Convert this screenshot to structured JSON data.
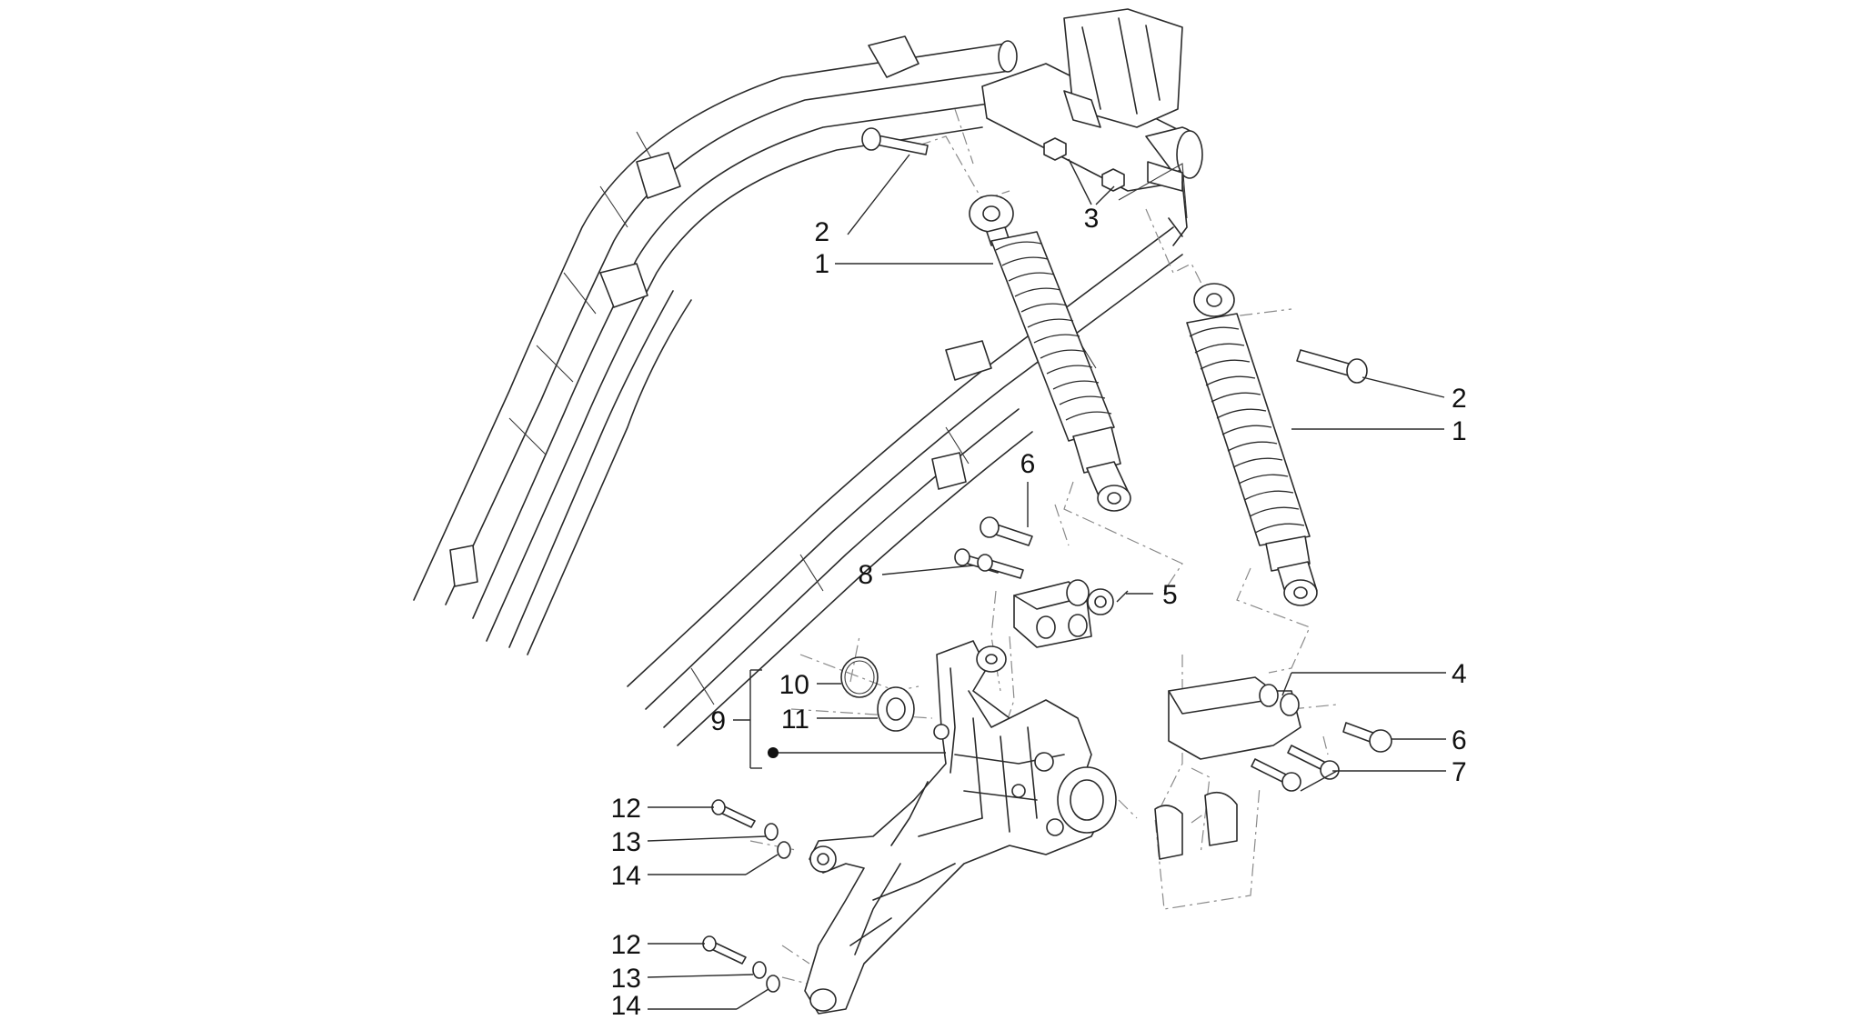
{
  "callouts": {
    "c1_left": "1",
    "c2_left": "2",
    "c3": "3",
    "c2_right": "2",
    "c1_right": "1",
    "c6_top": "6",
    "c8": "8",
    "c5": "5",
    "c4": "4",
    "c6_right": "6",
    "c7": "7",
    "c9": "9",
    "c10": "10",
    "c11": "11",
    "c12_top": "12",
    "c13_top": "13",
    "c14_top": "14",
    "c12_bottom": "12",
    "c13_bottom": "13",
    "c14_bottom": "14"
  },
  "colors": {
    "line": "#2a2a2a",
    "phantom": "#8a8a8a",
    "background": "#ffffff"
  }
}
